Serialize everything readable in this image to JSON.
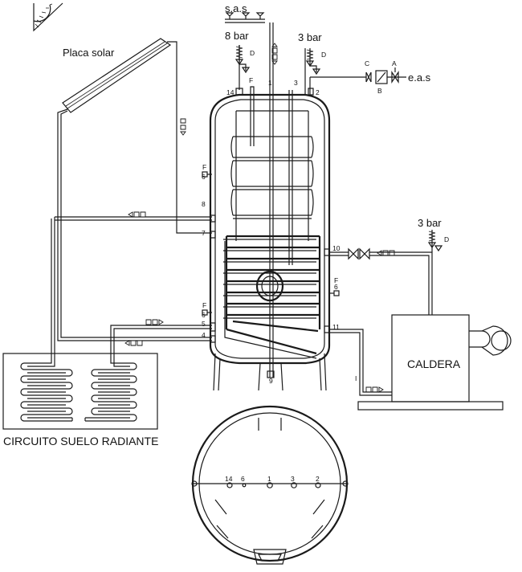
{
  "labels": {
    "placa_solar": "Placa solar",
    "sas": "s.a.s",
    "eas": "e.a.s",
    "p8": "8 bar",
    "p3a": "3 bar",
    "p3b": "3 bar",
    "caldera": "CALDERA",
    "suelo": "CIRCUITO SUELO RADIANTE"
  },
  "letters": {
    "F1": "F",
    "F2": "F",
    "F3": "F",
    "F4": "F",
    "D1": "D",
    "D2": "D",
    "D3": "D",
    "A": "A",
    "B": "B",
    "C": "C",
    "I": "I"
  },
  "ports": {
    "p1": "1",
    "p2": "2",
    "p3": "3",
    "p4": "4",
    "p5": "5",
    "p6a": "6",
    "p6b": "6",
    "p6c": "6",
    "p7": "7",
    "p8": "8",
    "p9": "9",
    "p10": "10",
    "p11": "11",
    "p14": "14"
  },
  "topview": {
    "t14": "14",
    "t6": "6",
    "t1": "1",
    "t3": "3",
    "t2": "2"
  },
  "colors": {
    "line": "#1a1a1a",
    "background": "#ffffff"
  }
}
